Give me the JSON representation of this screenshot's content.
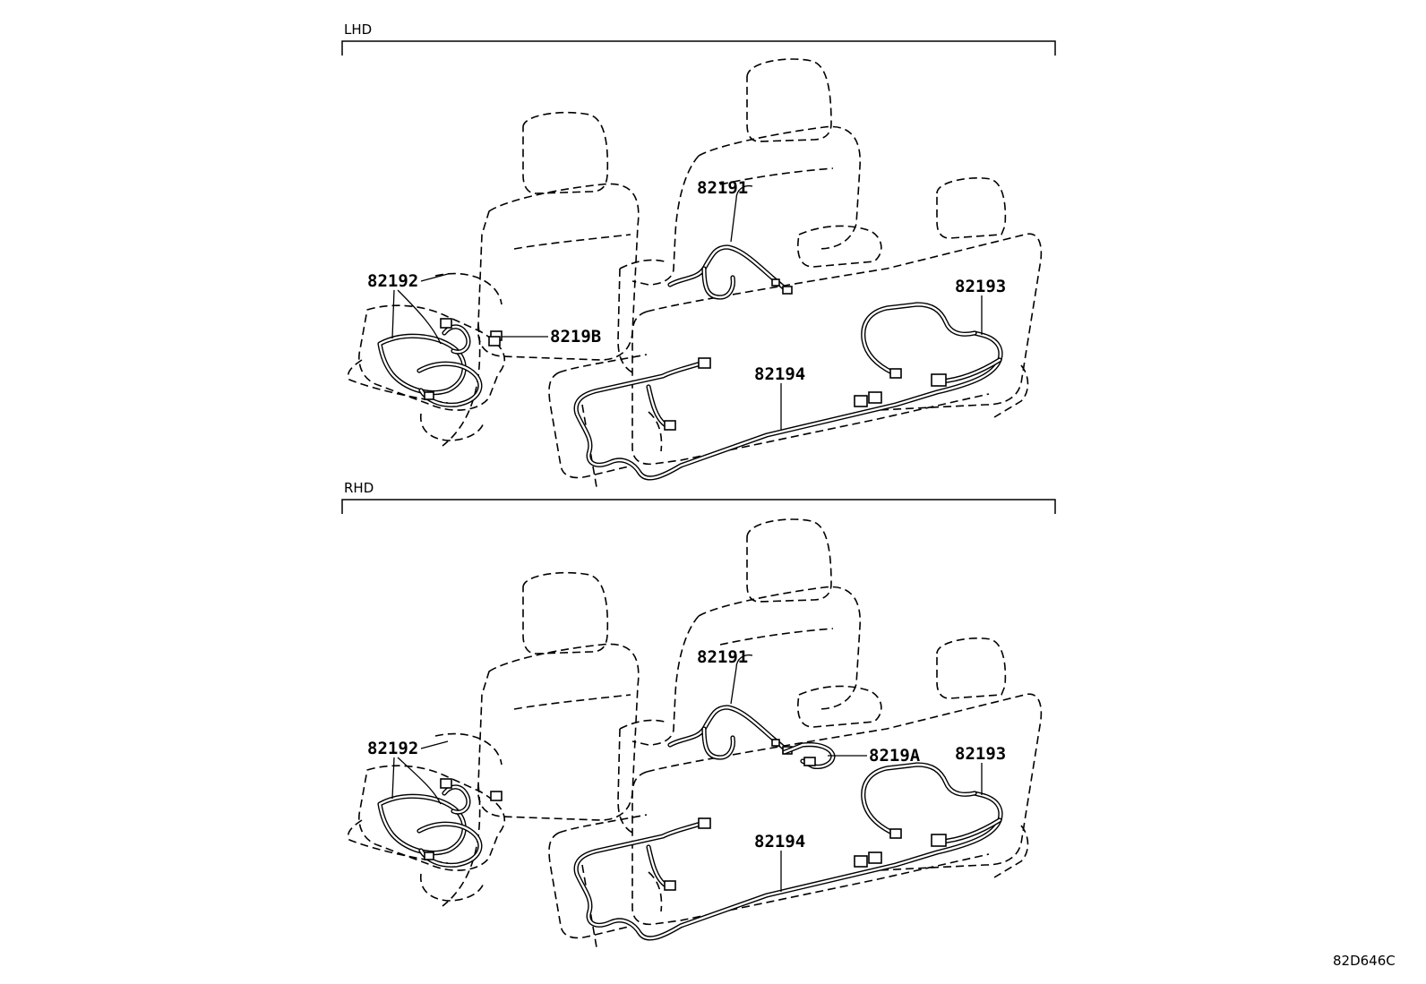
{
  "sections": [
    {
      "label": "LHD",
      "callouts": [
        "82191",
        "82192",
        "8219B",
        "82193",
        "82194"
      ]
    },
    {
      "label": "RHD",
      "callouts": [
        "82191",
        "82192",
        "8219A",
        "82193",
        "82194"
      ]
    }
  ],
  "figure_id": "82D646C"
}
